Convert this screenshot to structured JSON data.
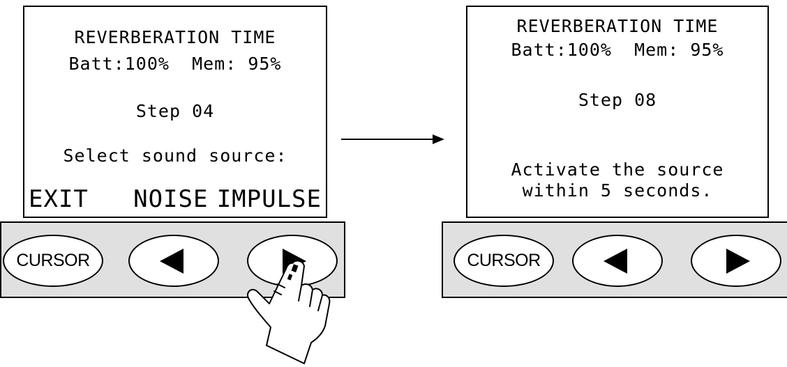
{
  "left_panel": {
    "screen": {
      "title": "REVERBERATION TIME",
      "status": "Batt:100%  Mem: 95%",
      "step": "Step 04",
      "prompt": "Select sound source:",
      "softkeys": [
        "EXIT",
        "NOISE",
        "IMPULSE"
      ]
    },
    "keys": {
      "cursor_label": "CURSOR",
      "left_icon": "left-triangle-icon",
      "right_icon": "right-triangle-icon"
    },
    "pressed_key": "right"
  },
  "right_panel": {
    "screen": {
      "title": "REVERBERATION TIME",
      "status": "Batt:100%  Mem: 95%",
      "step": "Step 08",
      "message_line1": "Activate the source",
      "message_line2": "within 5 seconds."
    },
    "keys": {
      "cursor_label": "CURSOR",
      "left_icon": "left-triangle-icon",
      "right_icon": "right-triangle-icon"
    }
  },
  "icons": {
    "transition": "right-arrow-icon",
    "pointer": "pointing-hand-icon"
  }
}
